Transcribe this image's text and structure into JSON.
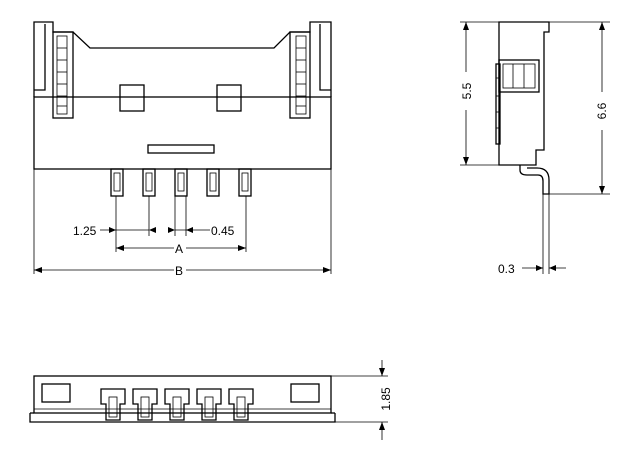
{
  "front_view": {
    "dim_pitch": "1.25",
    "dim_pin_width": "0.45",
    "dim_a": "A",
    "dim_b": "B"
  },
  "side_view": {
    "dim_body_height": "5.5",
    "dim_total_height": "6.6",
    "dim_pin_thickness": "0.3"
  },
  "bottom_view": {
    "dim_depth": "1.85"
  },
  "pin_count": 5
}
